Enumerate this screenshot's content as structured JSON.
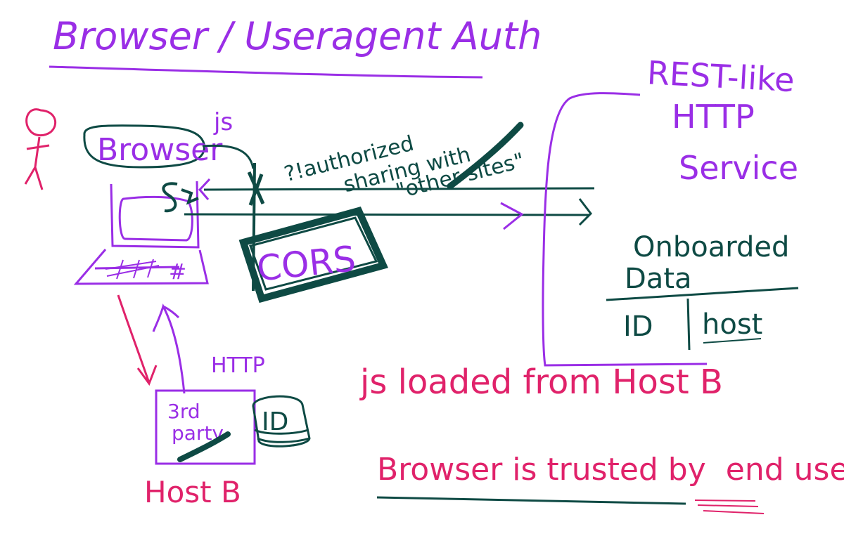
{
  "title": "Browser / Useragent Auth",
  "browser_label": "Browser",
  "js_label": "js",
  "keyboard_label": "#",
  "sharing_note": {
    "line1": "?!authorized",
    "line2": "sharing with",
    "line3": "\"other sites\""
  },
  "cors_label": "CORS",
  "service": {
    "line1": "REST-like",
    "line2": "HTTP",
    "line3": "Service"
  },
  "onboarded": {
    "line1": "Onboarded",
    "line2": "Data",
    "col1": "ID",
    "col2": "host"
  },
  "http_label": "HTTP",
  "host_box": {
    "line1": "3rd",
    "line2": "party",
    "id_label": "ID",
    "caption": "Host B"
  },
  "js_loaded_note": "js loaded from Host B",
  "trust_note": {
    "prefix": "Browser is trusted by",
    "underlined": "end user"
  },
  "colors": {
    "purple": "#9a2ee6",
    "teal": "#0e4a44",
    "pink": "#e0226a"
  },
  "icons": [
    "stick-figure-icon",
    "laptop-icon",
    "database-icon"
  ]
}
